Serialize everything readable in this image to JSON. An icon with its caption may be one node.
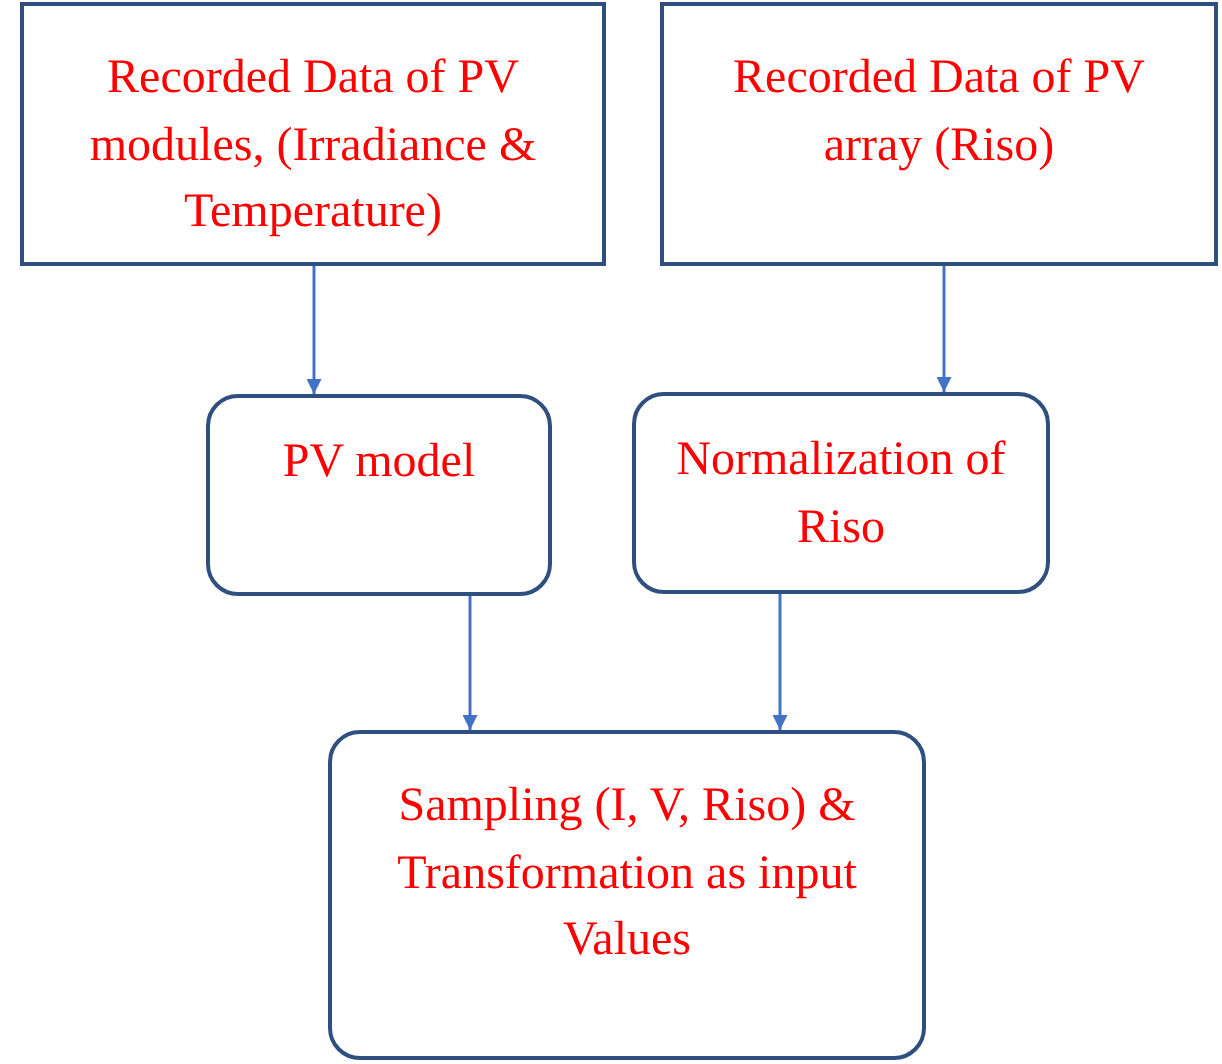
{
  "diagram": {
    "nodes": [
      {
        "text": [
          "Recorded Data of PV modules, (Irradiance & Temperature)"
        ]
      },
      {
        "text": [
          "Recorded Data of PV array (Riso)"
        ]
      },
      {
        "text": [
          "PV model"
        ]
      },
      {
        "text": [
          "Normalization of Riso"
        ]
      },
      {
        "text": [
          "Sampling (I, V, Riso) & Transformation as input Values"
        ]
      }
    ],
    "edges": [
      {
        "from": 0,
        "to": 2,
        "arrow": "to"
      },
      {
        "from": 1,
        "to": 3,
        "arrow": "to"
      },
      {
        "from": 2,
        "to": 4,
        "arrow": "to"
      },
      {
        "from": 3,
        "to": 4,
        "arrow": "to"
      }
    ]
  }
}
